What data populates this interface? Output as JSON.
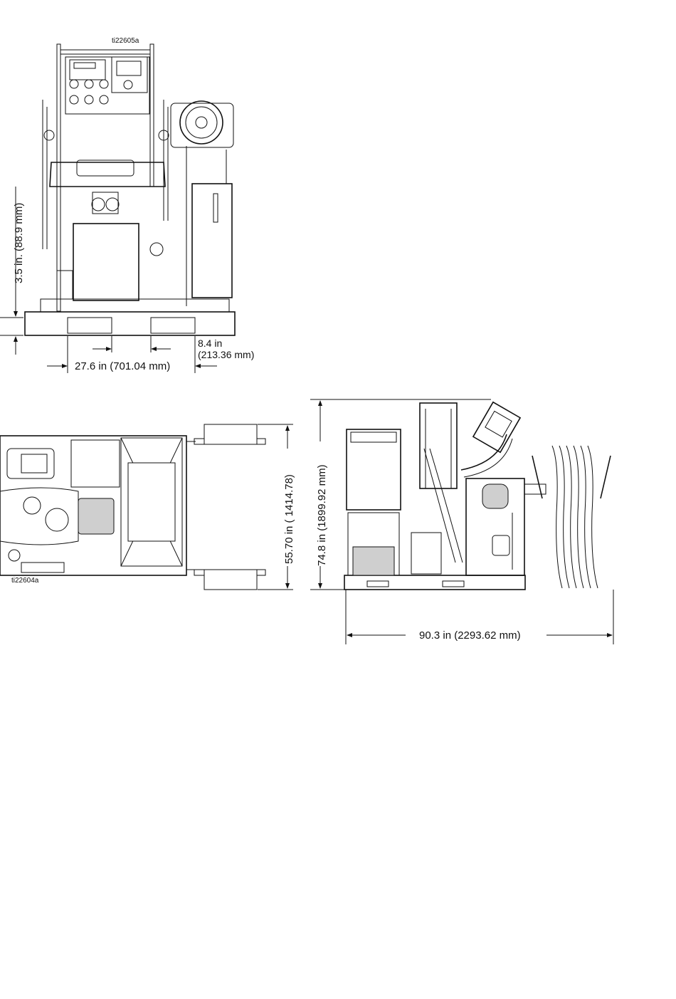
{
  "figures": {
    "front_view_id": "ti22605a",
    "top_view_id": "ti22604a"
  },
  "dimensions": {
    "front_height_label": "3.5 in. (88.9 mm)",
    "front_width_label": "27.6 in (701.04 mm)",
    "front_offset_label_line1": "8.4 in",
    "front_offset_label_line2": "(213.36 mm)",
    "top_depth_label": "55.70 in   ( 1414.78)",
    "side_height_label": "74.8 in (1899.92 mm)",
    "side_length_label": "90.3 in (2293.62 mm)"
  },
  "colors": {
    "line": "#111111",
    "paper": "#ffffff",
    "shade": "#cfcfcf"
  }
}
